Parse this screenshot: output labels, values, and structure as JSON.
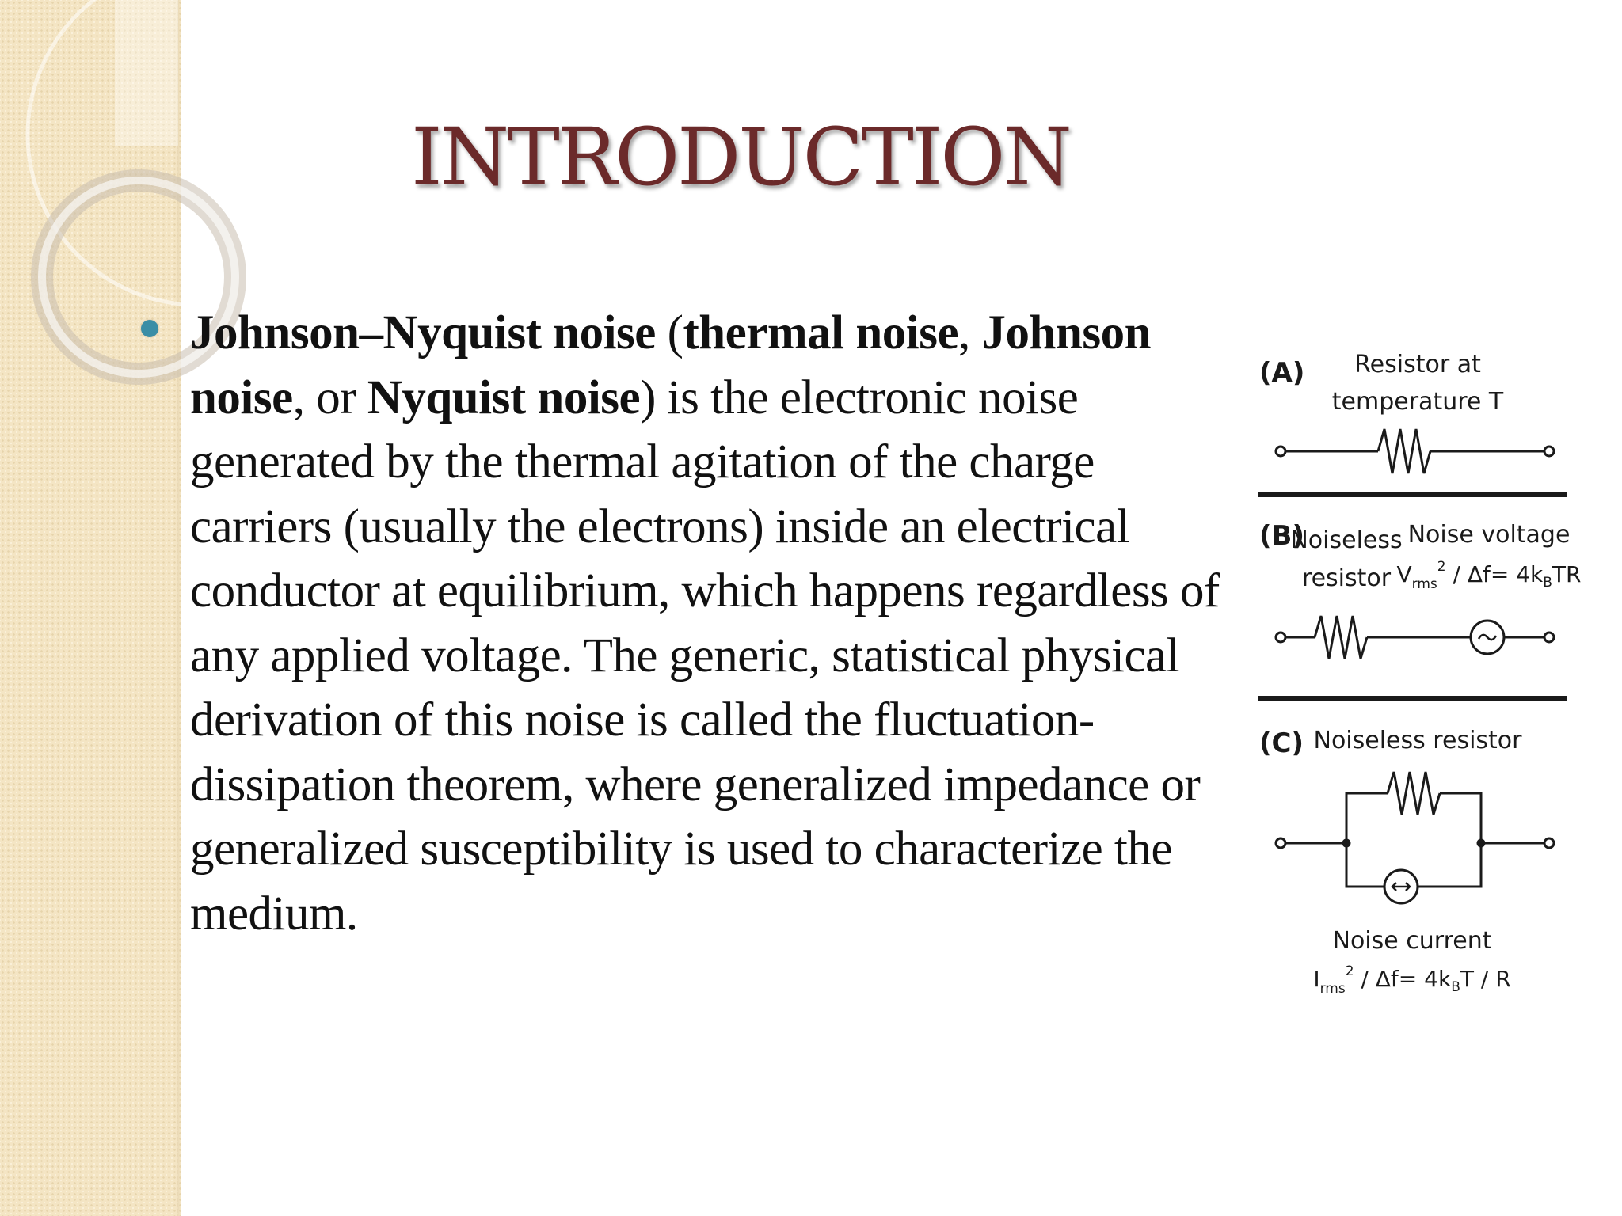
{
  "slide": {
    "title": "INTRODUCTION",
    "bullet": {
      "seg1": "Johnson–Nyquist noise",
      "seg2": " (",
      "seg3": "thermal noise",
      "seg4": ", ",
      "seg5": "Johnson noise",
      "seg6": ", or ",
      "seg7": "Nyquist noise",
      "seg8": ") is the electronic noise generated by the thermal agitation of the charge carriers (usually the electrons) inside an electrical conductor at equilibrium, which happens regardless of any applied voltage. The generic, statistical physical derivation of this noise is called the fluctuation-dissipation theorem, where generalized impedance or generalized susceptibility is used to characterize the medium."
    }
  },
  "figure": {
    "panel_a": {
      "tag": "(A)",
      "label_line1": "Resistor at",
      "label_line2": "temperature T"
    },
    "panel_b": {
      "tag": "(B)",
      "left_line1": "Noiseless",
      "left_line2": "resistor",
      "right_line1": "Noise voltage",
      "right_v": "V",
      "right_sub": "rms",
      "right_sup": "2",
      "right_rest": " / Δf= 4k",
      "right_sub2": "B",
      "right_end": "TR"
    },
    "panel_c": {
      "tag": "(C)",
      "top_label": "Noiseless resistor",
      "bottom_line1": "Noise current",
      "bottom_i": "I",
      "bottom_sub": "rms",
      "bottom_sup": "2",
      "bottom_rest": " / Δf= 4k",
      "bottom_sub2": "B",
      "bottom_end": "T / R"
    }
  },
  "colors": {
    "title": "#6b2a2a",
    "bullet": "#3a8ea6",
    "side_band": "#f4e5c4"
  }
}
